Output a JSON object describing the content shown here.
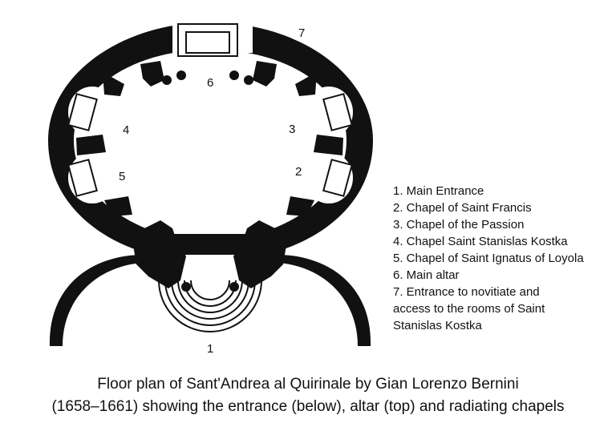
{
  "diagram": {
    "markers": {
      "m1": "1",
      "m2": "2",
      "m3": "3",
      "m4": "4",
      "m5": "5",
      "m6": "6",
      "m7": "7"
    },
    "colors": {
      "ink": "#111111",
      "background": "#ffffff"
    }
  },
  "legend": {
    "items": [
      "1. Main Entrance",
      "2. Chapel of Saint Francis",
      "3. Chapel of the Passion",
      "4. Chapel Saint Stanislas Kostka",
      "5. Chapel of Saint Ignatus of Loyola",
      "6. Main altar",
      "7. Entrance to novitiate and",
      "access to the rooms of Saint",
      "Stanislas Kostka"
    ]
  },
  "caption": {
    "line1": "Floor plan of Sant'Andrea al Quirinale by Gian Lorenzo Bernini",
    "line2": "(1658–1661) showing the entrance (below), altar (top) and radiating chapels"
  }
}
